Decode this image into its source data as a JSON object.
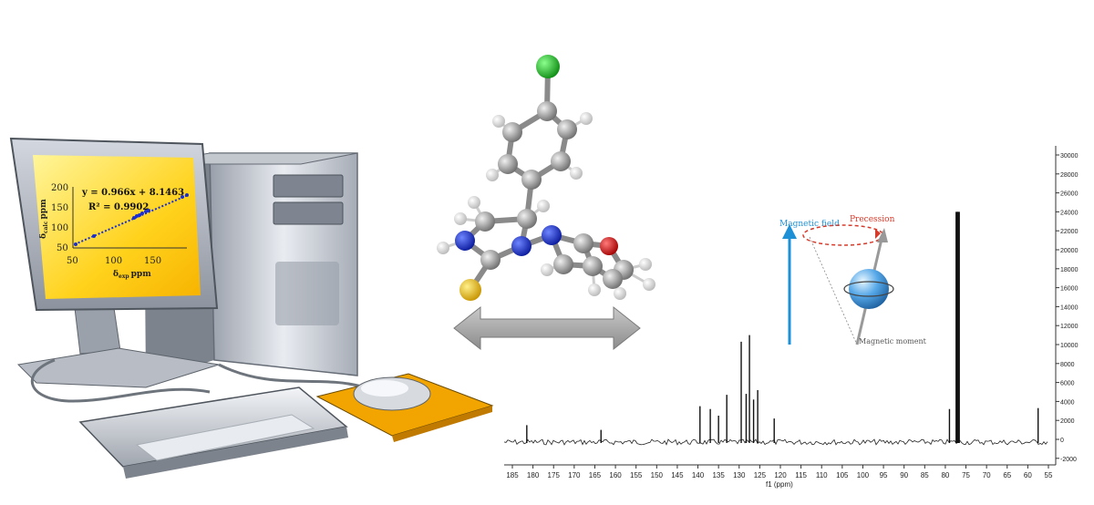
{
  "monitor_plot": {
    "equation": "y = 0.966x + 8.1463",
    "r_squared": "R² = 0.9902",
    "ylabel": "δ",
    "ylabel_sub": "calc",
    "ylabel_unit": "ppm",
    "xlabel": "δ",
    "xlabel_sub": "exp",
    "xlabel_unit": "ppm",
    "y_ticks": [
      "200",
      "150",
      "100",
      "50"
    ],
    "x_ticks": [
      "50",
      "100",
      "150"
    ]
  },
  "nmr_inset": {
    "magnetic_field": "Magnetic field",
    "precession": "Precession",
    "magnetic_moment": "Magnetic moment"
  },
  "spectrum": {
    "x_ticks": [
      "185",
      "180",
      "175",
      "170",
      "165",
      "160",
      "155",
      "150",
      "145",
      "140",
      "135",
      "130",
      "125",
      "120",
      "115",
      "110",
      "105",
      "100",
      "95",
      "90",
      "85",
      "80",
      "75",
      "70",
      "65",
      "60",
      "55"
    ],
    "y_ticks": [
      "30000",
      "28000",
      "26000",
      "24000",
      "22000",
      "20000",
      "18000",
      "16000",
      "14000",
      "12000",
      "10000",
      "8000",
      "6000",
      "4000",
      "2000",
      "0",
      "-2000"
    ],
    "xlabel": "f1 (ppm)"
  },
  "colors": {
    "accent_blue": "#1e90d6",
    "precession_red": "#d63a2a",
    "chlorine_green": "#22c02a",
    "nitrogen_blue": "#1a2fd0",
    "oxygen_red": "#e01010",
    "sulfur_yellow": "#f0c020"
  }
}
